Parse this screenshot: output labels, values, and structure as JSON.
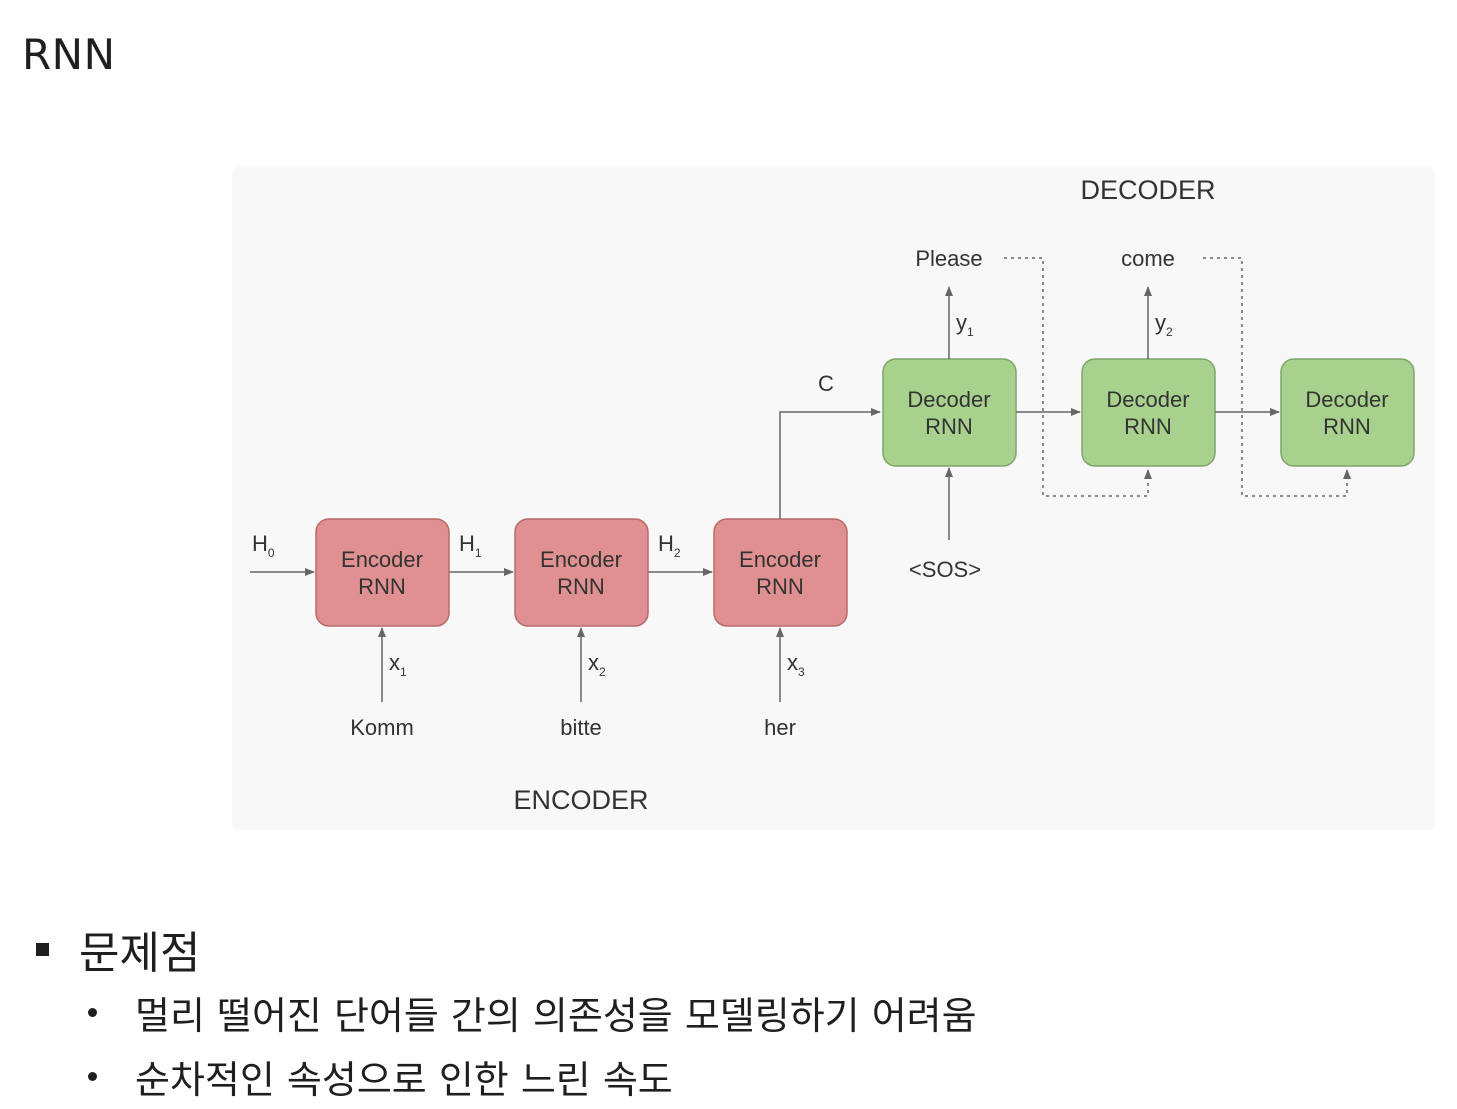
{
  "slide": {
    "title": "RNN"
  },
  "diagram": {
    "decoder_title": "DECODER",
    "encoder_title": "ENCODER",
    "context_label": "C",
    "encoder_blocks": [
      {
        "line1": "Encoder",
        "line2": "RNN"
      },
      {
        "line1": "Encoder",
        "line2": "RNN"
      },
      {
        "line1": "Encoder",
        "line2": "RNN"
      }
    ],
    "decoder_blocks": [
      {
        "line1": "Decoder",
        "line2": "RNN"
      },
      {
        "line1": "Decoder",
        "line2": "RNN"
      },
      {
        "line1": "Decoder",
        "line2": "RNN"
      }
    ],
    "hidden_states": [
      {
        "base": "H",
        "sub": "0"
      },
      {
        "base": "H",
        "sub": "1"
      },
      {
        "base": "H",
        "sub": "2"
      }
    ],
    "inputs": [
      {
        "base": "x",
        "sub": "1",
        "word": "Komm"
      },
      {
        "base": "x",
        "sub": "2",
        "word": "bitte"
      },
      {
        "base": "x",
        "sub": "3",
        "word": "her"
      }
    ],
    "outputs": [
      {
        "base": "y",
        "sub": "1",
        "word": "Please"
      },
      {
        "base": "y",
        "sub": "2",
        "word": "come"
      }
    ],
    "start_token": "<SOS>",
    "colors": {
      "encoder_fill": "#e09090",
      "encoder_stroke": "#b86a6a",
      "decoder_fill": "#a9d18e",
      "decoder_stroke": "#7fa66a",
      "arrow": "#666666"
    }
  },
  "notes": {
    "heading": "문제점",
    "items": [
      "멀리 떨어진 단어들 간의 의존성을 모델링하기 어려움",
      "순차적인 속성으로 인한 느린 속도"
    ]
  }
}
